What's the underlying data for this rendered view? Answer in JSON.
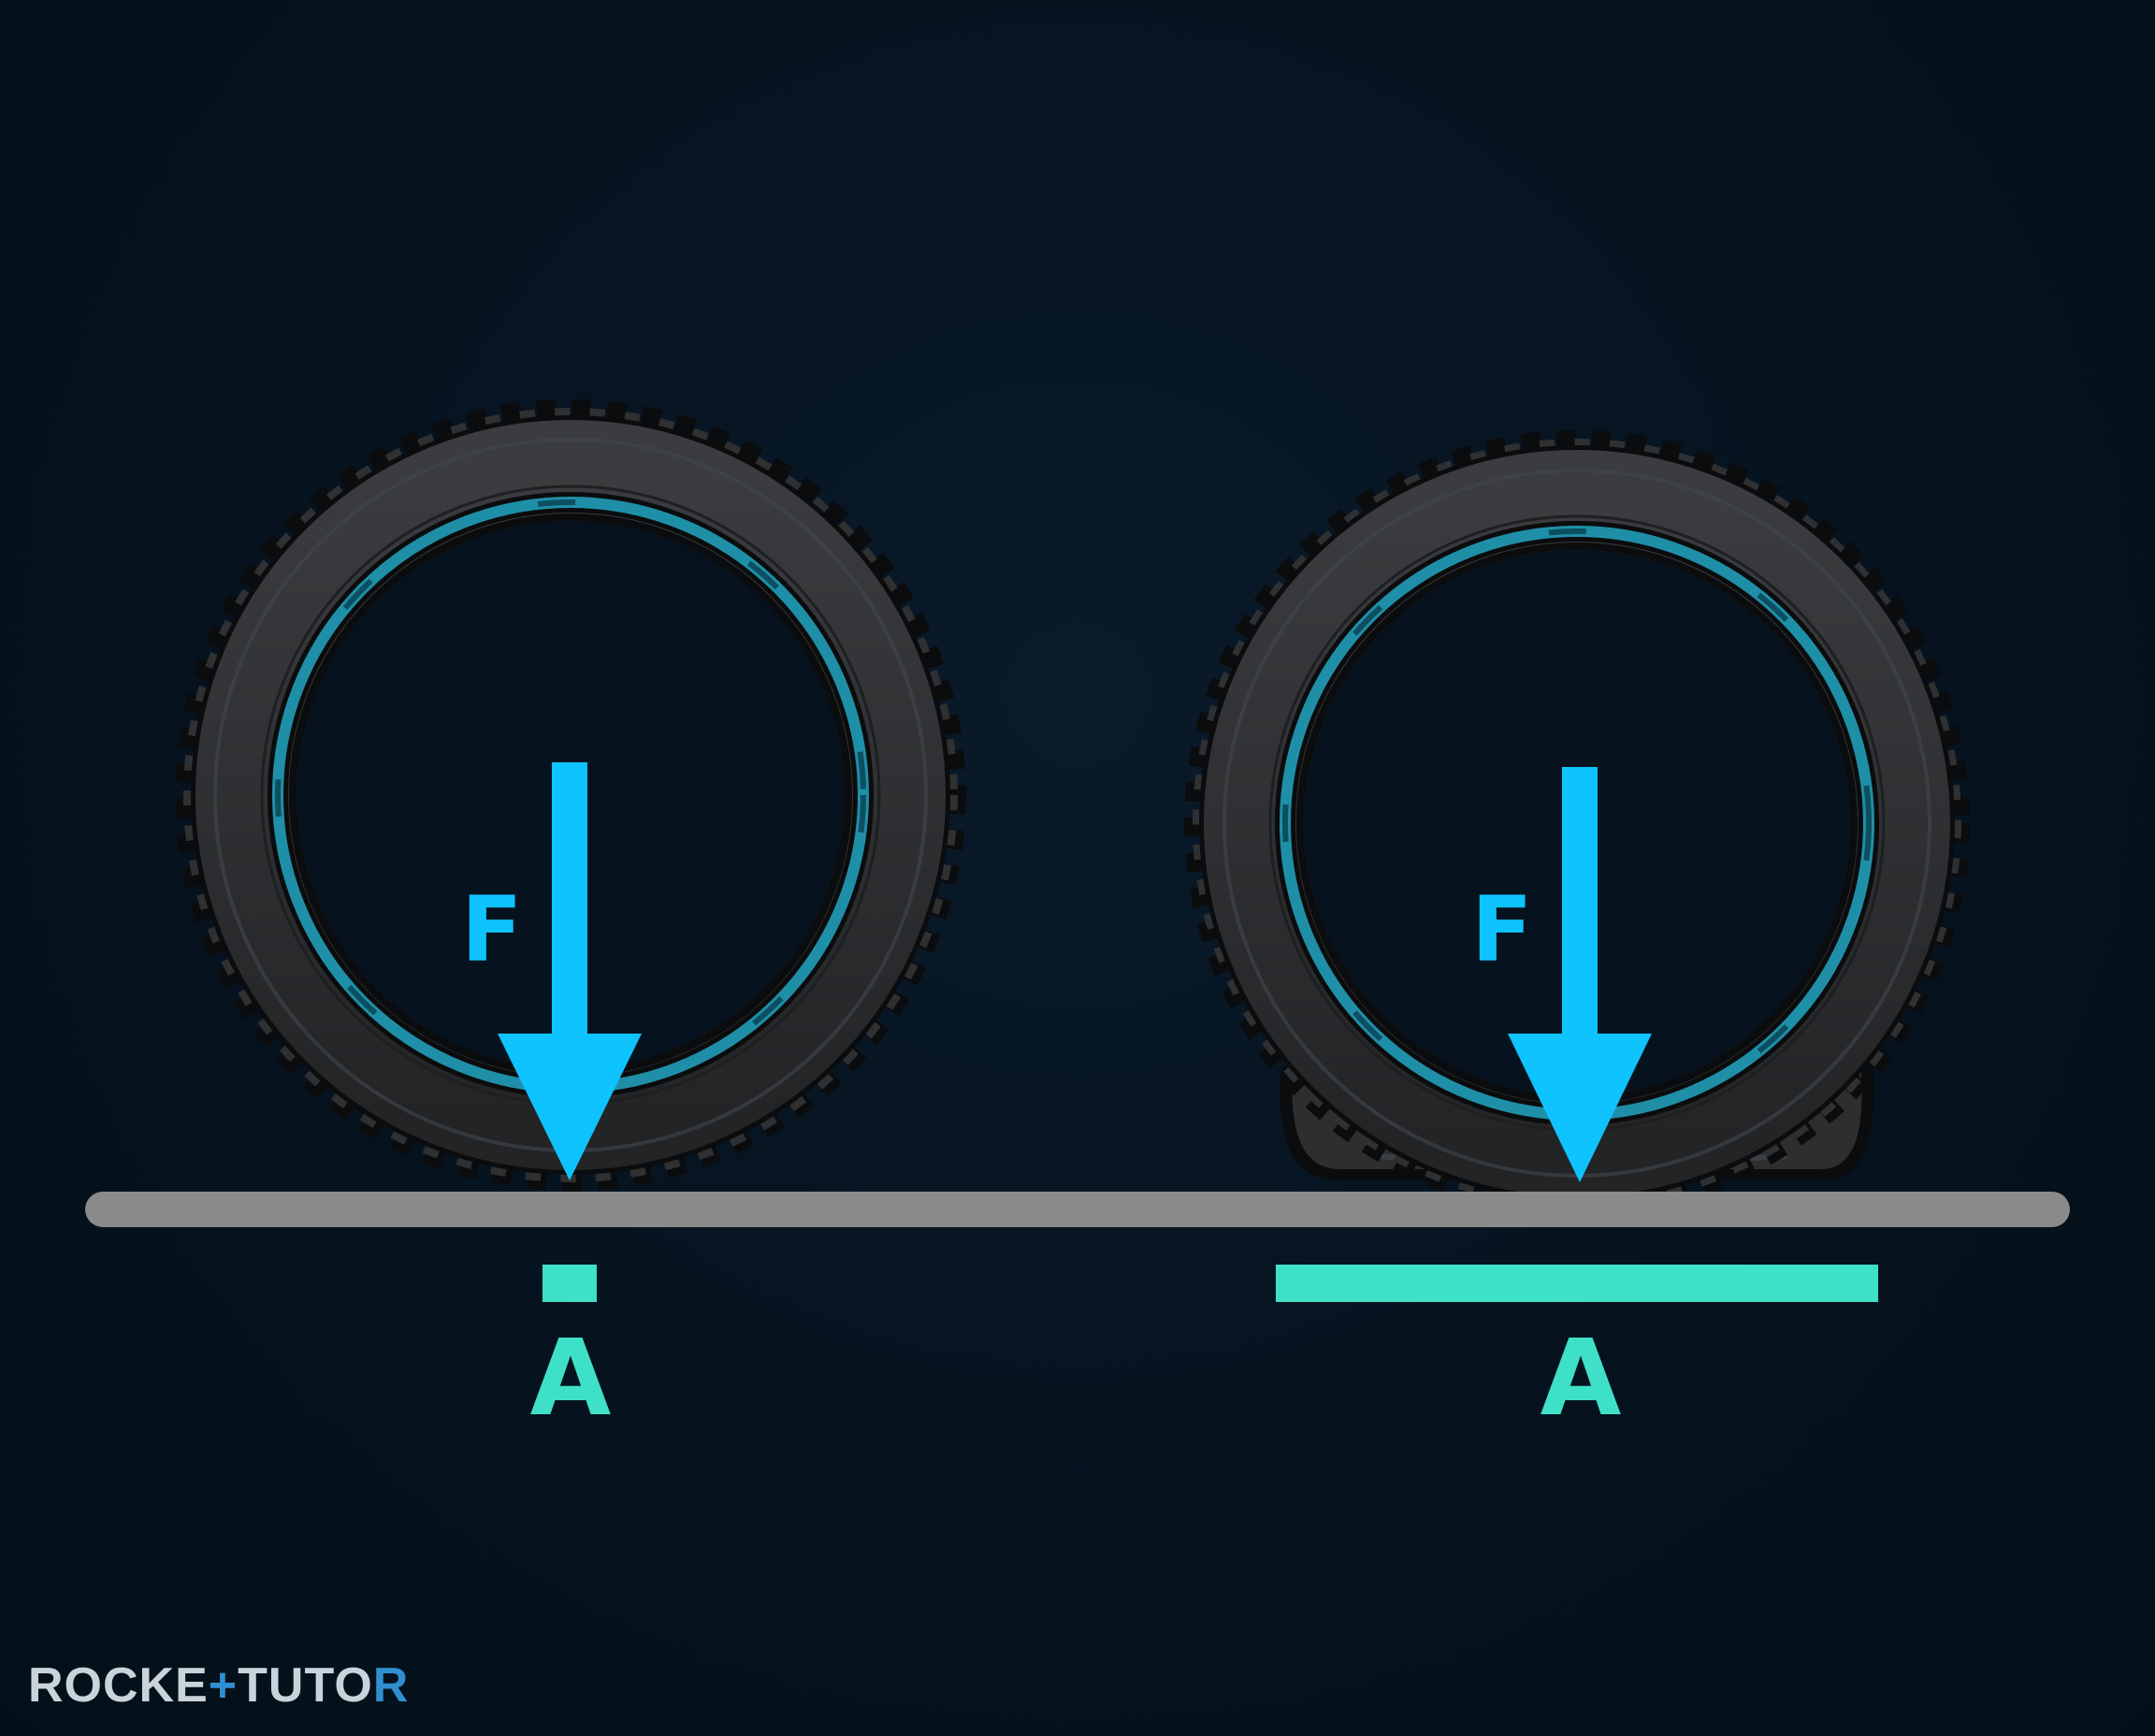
{
  "colors": {
    "background": "#06131f",
    "tire_rubber": "#2b2d2f",
    "tire_edge": "#0b0c0d",
    "rim_accent": "#1f8fa8",
    "force_arrow": "#0fc3ff",
    "area_bar": "#3fe0c8",
    "ground": "#8a8a8a"
  },
  "panels": [
    {
      "state": "inflated",
      "force_label": "F",
      "area_label": "A",
      "contact_area_relative": 1
    },
    {
      "state": "flat",
      "force_label": "F",
      "area_label": "A",
      "contact_area_relative": 11
    }
  ],
  "icons": {
    "tire": "tire-icon",
    "arrow": "down-arrow-icon"
  },
  "brand": {
    "part1": "ROCKE",
    "part2": "+",
    "part3": "TUTO",
    "part4": "R"
  }
}
